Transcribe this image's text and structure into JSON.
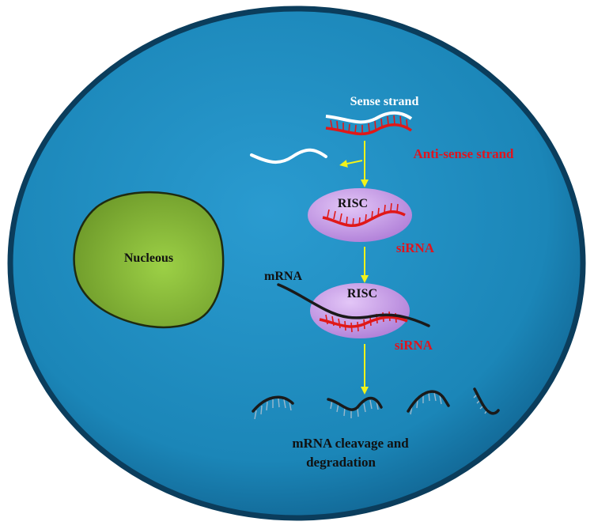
{
  "labels": {
    "sense_strand": "Sense strand",
    "antisense_strand": "Anti-sense strand",
    "risc_1": "RISC",
    "risc_2": "RISC",
    "sirna_1": "siRNA",
    "sirna_2": "siRNA",
    "mrna": "mRNA",
    "nucleus": "Nucleous",
    "cleavage_line1": "mRNA cleavage and",
    "cleavage_line2": "degradation"
  },
  "colors": {
    "cell_fill": "#1b86b8",
    "cell_rim": "#0b3d5c",
    "nucleus_fill": "#86b83a",
    "nucleus_stroke": "#1f2a10",
    "risc_fill": "#c79ae6",
    "strand_red": "#e01818",
    "strand_white": "#ffffff",
    "mrna_dark": "#1a1a1a",
    "arrow_yellow": "#f2f21a",
    "label_white": "#ffffff",
    "label_red": "#e0141e",
    "label_dark": "#111111"
  }
}
